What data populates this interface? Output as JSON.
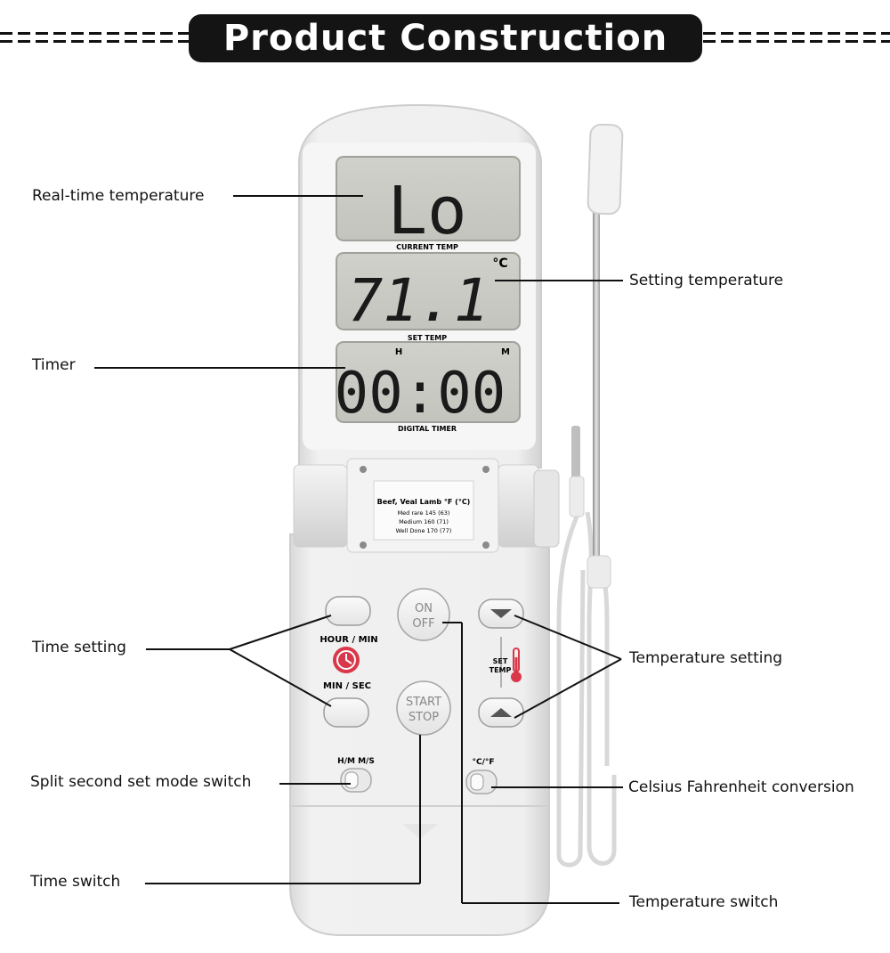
{
  "header": {
    "title": "Product Construction"
  },
  "device": {
    "display": {
      "current_reading": "Lo",
      "current_label": "CURRENT TEMP",
      "set_reading": "71.1",
      "set_unit": "°C",
      "set_label": "SET TEMP",
      "timer_reading": "00:00",
      "timer_h": "H",
      "timer_m": "M",
      "timer_label": "DIGITAL TIMER"
    },
    "chart_card": {
      "title": "Beef, Veal Lamb °F (°C)",
      "rows": [
        "Med rare 145 (63)",
        "Medium 160 (71)",
        "Well Done 170 (77)"
      ]
    },
    "buttons": {
      "on_off_line1": "ON",
      "on_off_line2": "OFF",
      "start_stop_line1": "START",
      "start_stop_line2": "STOP",
      "hour_min": "HOUR / MIN",
      "min_sec": "MIN / SEC",
      "set_temp_line1": "SET",
      "set_temp_line2": "TEMP",
      "hm_ms_switch": "H/M  M/S",
      "cf_switch": "°C/°F"
    }
  },
  "callouts": {
    "real_time_temperature": "Real-time temperature",
    "setting_temperature": "Setting temperature",
    "timer": "Timer",
    "time_setting": "Time setting",
    "temperature_setting": "Temperature setting",
    "split_second_switch": "Split second set mode switch",
    "celsius_fahrenheit": "Celsius Fahrenheit conversion",
    "time_switch": "Time switch",
    "temperature_switch": "Temperature switch"
  },
  "colors": {
    "header_bg": "#141414",
    "device_body": "#ececec",
    "lcd_bg": "#c9cbc4",
    "clock_icon": "#d8384a",
    "thermometer_icon": "#d8384a"
  }
}
